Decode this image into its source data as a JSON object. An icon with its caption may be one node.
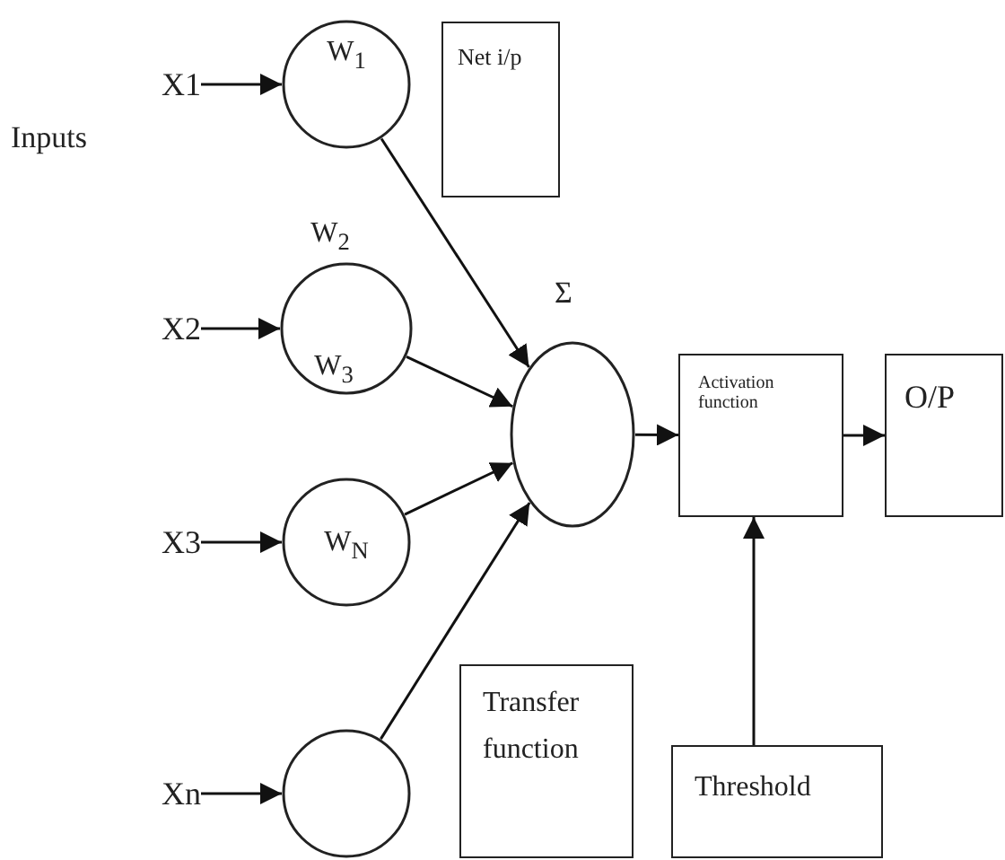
{
  "diagram": {
    "nodes": [
      {
        "text": [
          "X1"
        ]
      },
      {
        "text": [
          "W$_{1}$"
        ]
      },
      {
        "text": [
          "X2"
        ]
      },
      {
        "text": [
          "W$_{2}$",
          "W$_{3}$"
        ]
      },
      {
        "text": [
          "X3"
        ]
      },
      {
        "text": [
          "W$_{N}$"
        ]
      },
      {
        "text": [
          "Xn"
        ]
      },
      {
        "text": [],
        "shape": "circle"
      },
      {
        "text": [
          "Σ"
        ]
      },
      {
        "text": [
          "Net i/p"
        ]
      },
      {
        "text": [
          "Activation function"
        ]
      },
      {
        "text": [
          "O/P"
        ]
      },
      {
        "text": [
          "Transfer function"
        ]
      },
      {
        "text": [
          "Threshold"
        ]
      }
    ],
    "edges": [
      {
        "from": 0,
        "to": 1,
        "arrow": "to"
      },
      {
        "from": 2,
        "to": 3,
        "arrow": "to"
      },
      {
        "from": 4,
        "to": 5,
        "arrow": "to"
      },
      {
        "from": 6,
        "to": 7,
        "arrow": "to"
      },
      {
        "from": 1,
        "to": 8,
        "arrow": "to"
      },
      {
        "from": 3,
        "to": 8,
        "arrow": "to"
      },
      {
        "from": 5,
        "to": 8,
        "arrow": "to"
      },
      {
        "from": 7,
        "to": 8,
        "arrow": "to"
      },
      {
        "from": 8,
        "to": 10,
        "arrow": "to"
      },
      {
        "from": 10,
        "to": 11,
        "arrow": "to"
      },
      {
        "from": 13,
        "to": 10,
        "arrow": "to"
      }
    ],
    "labels": [
      "Inputs"
    ]
  }
}
